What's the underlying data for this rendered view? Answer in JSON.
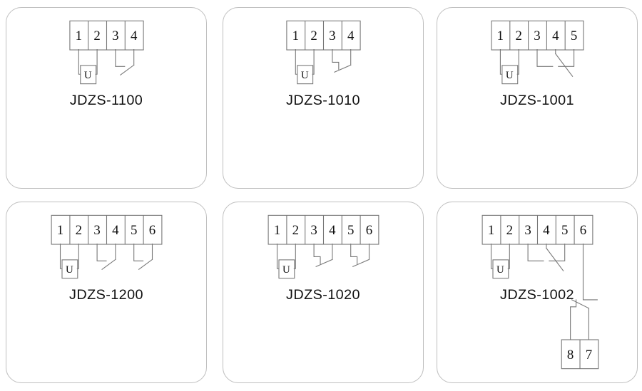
{
  "page": {
    "background": "#ffffff",
    "line_color": "#777777",
    "text_color": "#111111",
    "card_border_color": "#bfbfbf",
    "columns": 3,
    "rows": 2
  },
  "coil_label": "U",
  "panels": [
    {
      "id": "panel-jdzs-1100",
      "model": "JDZS-1100",
      "terminals": [
        "1",
        "2",
        "3",
        "4"
      ],
      "coil": {
        "label": "U",
        "across": [
          "1",
          "2"
        ]
      },
      "switches": [
        {
          "type": "simple",
          "terminals": [
            "3",
            "4"
          ]
        }
      ],
      "aux_terminals": []
    },
    {
      "id": "panel-jdzs-1010",
      "model": "JDZS-1010",
      "terminals": [
        "1",
        "2",
        "3",
        "4"
      ],
      "coil": {
        "label": "U",
        "across": [
          "1",
          "2"
        ]
      },
      "switches": [
        {
          "type": "stepped",
          "terminals": [
            "3",
            "4"
          ]
        }
      ],
      "aux_terminals": []
    },
    {
      "id": "panel-jdzs-1001",
      "model": "JDZS-1001",
      "terminals": [
        "1",
        "2",
        "3",
        "4",
        "5"
      ],
      "coil": {
        "label": "U",
        "across": [
          "1",
          "2"
        ]
      },
      "switches": [
        {
          "type": "changeover",
          "terminals": [
            "3",
            "4",
            "5"
          ]
        }
      ],
      "aux_terminals": []
    },
    {
      "id": "panel-jdzs-1200",
      "model": "JDZS-1200",
      "terminals": [
        "1",
        "2",
        "3",
        "4",
        "5",
        "6"
      ],
      "coil": {
        "label": "U",
        "across": [
          "1",
          "2"
        ]
      },
      "switches": [
        {
          "type": "simple",
          "terminals": [
            "3",
            "4"
          ]
        },
        {
          "type": "simple",
          "terminals": [
            "5",
            "6"
          ]
        }
      ],
      "aux_terminals": []
    },
    {
      "id": "panel-jdzs-1020",
      "model": "JDZS-1020",
      "terminals": [
        "1",
        "2",
        "3",
        "4",
        "5",
        "6"
      ],
      "coil": {
        "label": "U",
        "across": [
          "1",
          "2"
        ]
      },
      "switches": [
        {
          "type": "stepped",
          "terminals": [
            "3",
            "4"
          ]
        },
        {
          "type": "stepped",
          "terminals": [
            "5",
            "6"
          ]
        }
      ],
      "aux_terminals": []
    },
    {
      "id": "panel-jdzs-1002",
      "model": "JDZS-1002",
      "terminals": [
        "1",
        "2",
        "3",
        "4",
        "5",
        "6"
      ],
      "coil": {
        "label": "U",
        "across": [
          "1",
          "2"
        ]
      },
      "switches": [
        {
          "type": "changeover",
          "terminals": [
            "3",
            "4",
            "5"
          ]
        },
        {
          "type": "remote-stepped",
          "terminals": [
            "8",
            "7"
          ],
          "fed_from": "6"
        }
      ],
      "aux_terminals": [
        "8",
        "7"
      ]
    }
  ]
}
